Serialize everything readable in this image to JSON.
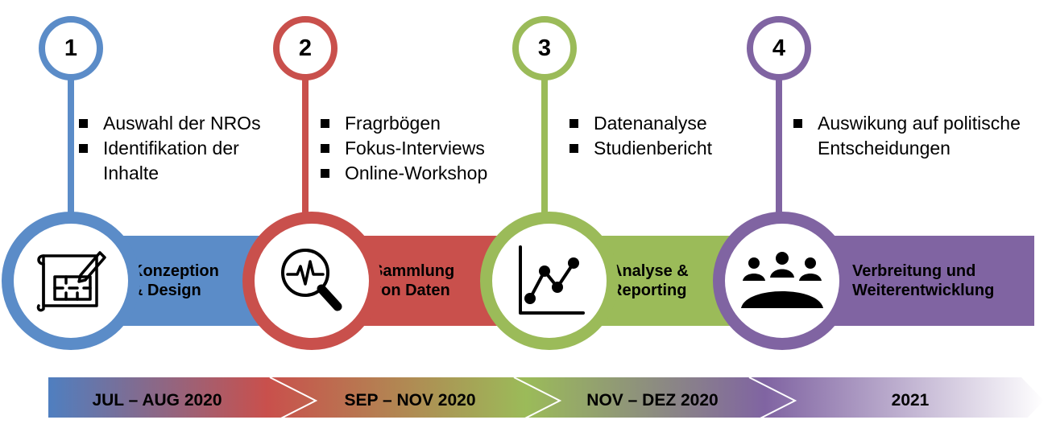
{
  "stages": [
    {
      "number": "1",
      "color": "#5b8cc8",
      "band_color": "#5b8cc8",
      "icon": "blueprint-pencil-icon",
      "title_line1": "Konzeption",
      "title_line2": "& Design",
      "bullets": [
        "Auswahl der NROs",
        "Identifikation der Inhalte"
      ]
    },
    {
      "number": "2",
      "color": "#c9504c",
      "band_color": "#c9504c",
      "icon": "magnifier-pulse-icon",
      "title_line1": "Sammlung",
      "title_line2": "von Daten",
      "bullets": [
        "Fragrbögen",
        "Fokus-Interviews",
        "Online-Workshop"
      ]
    },
    {
      "number": "3",
      "color": "#9bbb59",
      "band_color": "#9bbb59",
      "icon": "line-chart-icon",
      "title_line1": "Analyse &",
      "title_line2": "Reporting",
      "bullets": [
        "Datenanalyse",
        "Studienbericht"
      ]
    },
    {
      "number": "4",
      "color": "#8064a2",
      "band_color": "#8064a2",
      "icon": "meeting-people-icon",
      "title_line1": "Verbreitung und",
      "title_line2": "Weiterentwicklung",
      "bullets": [
        "Auswikung auf politische Entscheidungen"
      ]
    }
  ],
  "timeline": {
    "periods": [
      "JUL – AUG 2020",
      "SEP – NOV 2020",
      "NOV – DEZ 2020",
      "2021"
    ]
  }
}
